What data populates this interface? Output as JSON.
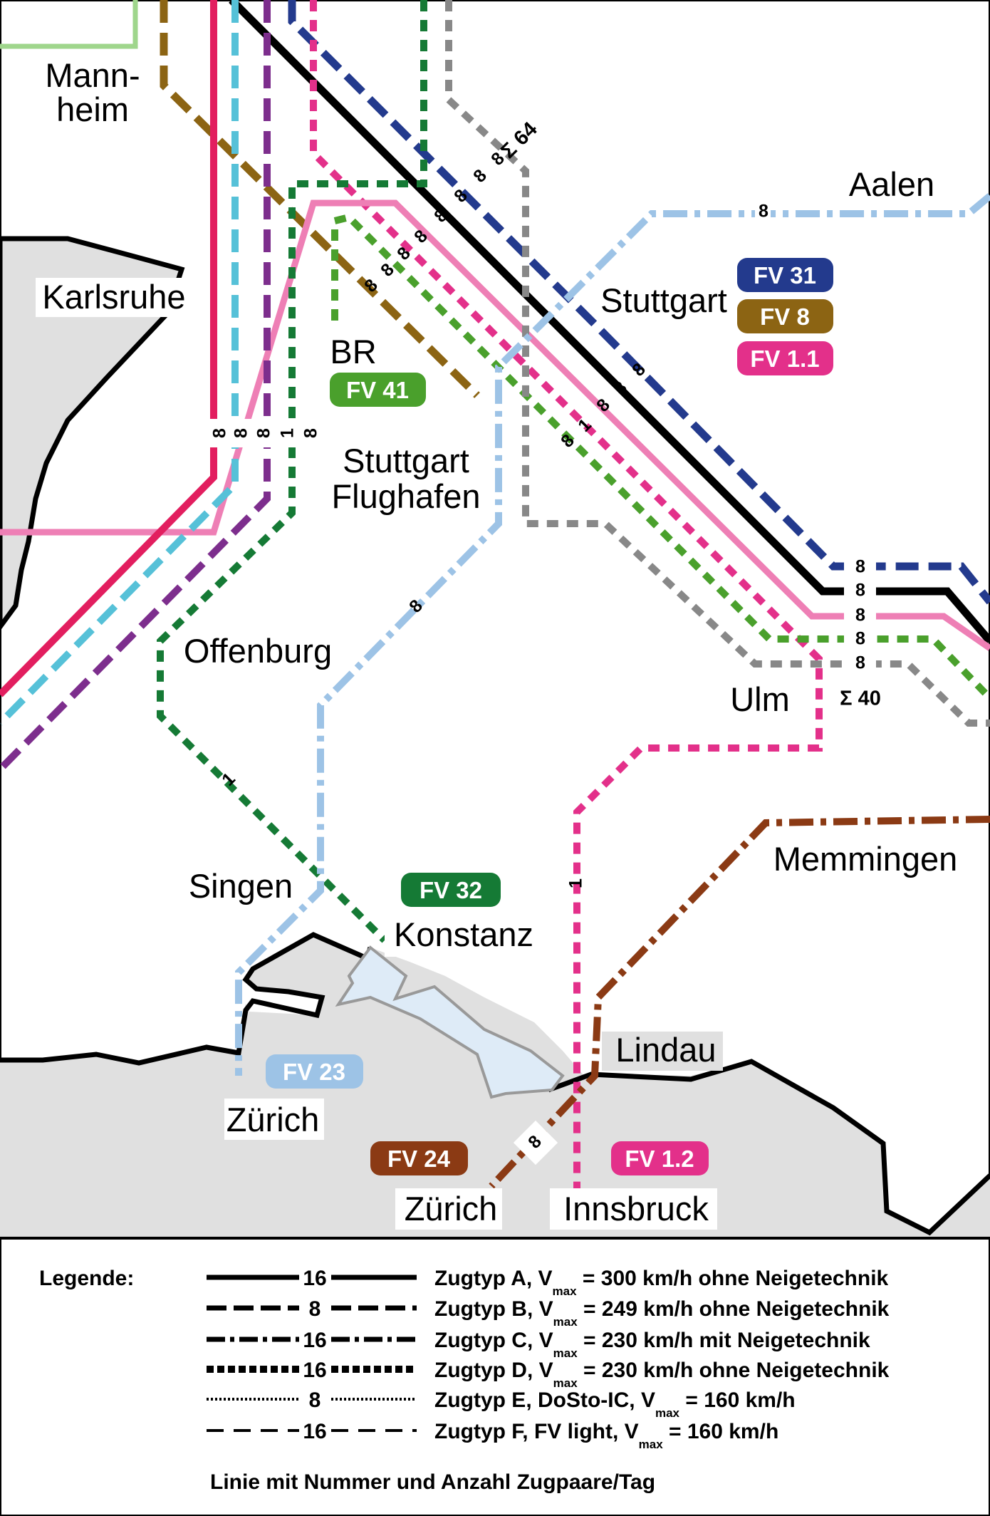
{
  "cities": {
    "mannheim_1": "Mann-",
    "mannheim_2": "heim",
    "karlsruhe": "Karlsruhe",
    "stuttgart": "Stuttgart",
    "aalen": "Aalen",
    "br": "BR",
    "stuttgart_flughafen_1": "Stuttgart",
    "stuttgart_flughafen_2": "Flughafen",
    "offenburg": "Offenburg",
    "ulm": "Ulm",
    "singen": "Singen",
    "konstanz": "Konstanz",
    "memmingen": "Memmingen",
    "lindau": "Lindau",
    "zurich_west": "Zürich",
    "zurich_east": "Zürich",
    "innsbruck": "Innsbruck"
  },
  "lines": [
    {
      "id": "FV 31",
      "color": "#233a8d",
      "type": "B"
    },
    {
      "id": "FV 8",
      "color": "#8c6413",
      "type": "B"
    },
    {
      "id": "FV 1.1",
      "color": "#e3308a",
      "type": "D"
    },
    {
      "id": "FV 41",
      "color": "#4aa02c",
      "type": "D"
    },
    {
      "id": "FV 32",
      "color": "#157a35",
      "type": "D"
    },
    {
      "id": "FV 23",
      "color": "#9dc3e6",
      "type": "C"
    },
    {
      "id": "FV 24",
      "color": "#8b3a14",
      "type": "C"
    },
    {
      "id": "FV 1.2",
      "color": "#e3308a",
      "type": "D"
    }
  ],
  "train_pairs": {
    "v8": "8",
    "v1": "1",
    "sum_64": "Σ 64",
    "sum_40": "Σ 40"
  },
  "legend": {
    "title": "Legende:",
    "footer": "Linie mit Nummer und Anzahl Zugpaare/Tag",
    "rows": [
      {
        "count": "16",
        "label_pre": "Zugtyp A, V",
        "sub": "max",
        "label_post": " = 300 km/h ohne Neigetechnik"
      },
      {
        "count": "8",
        "label_pre": "Zugtyp B, V",
        "sub": "max",
        "label_post": " = 249 km/h ohne Neigetechnik"
      },
      {
        "count": "16",
        "label_pre": "Zugtyp C, V",
        "sub": "max",
        "label_post": " = 230 km/h mit Neigetechnik"
      },
      {
        "count": "16",
        "label_pre": "Zugtyp D, V",
        "sub": "max",
        "label_post": " = 230 km/h ohne Neigetechnik"
      },
      {
        "count": "8",
        "label_pre": "Zugtyp E, DoSto-IC, V",
        "sub": "max",
        "label_post": " = 160 km/h"
      },
      {
        "count": "16",
        "label_pre": "Zugtyp F, FV light, V",
        "sub": "max",
        "label_post": " = 160 km/h"
      }
    ]
  },
  "colors": {
    "land_outside": "#e0e0e0",
    "lake": "#deebf7",
    "border": "#000000"
  }
}
